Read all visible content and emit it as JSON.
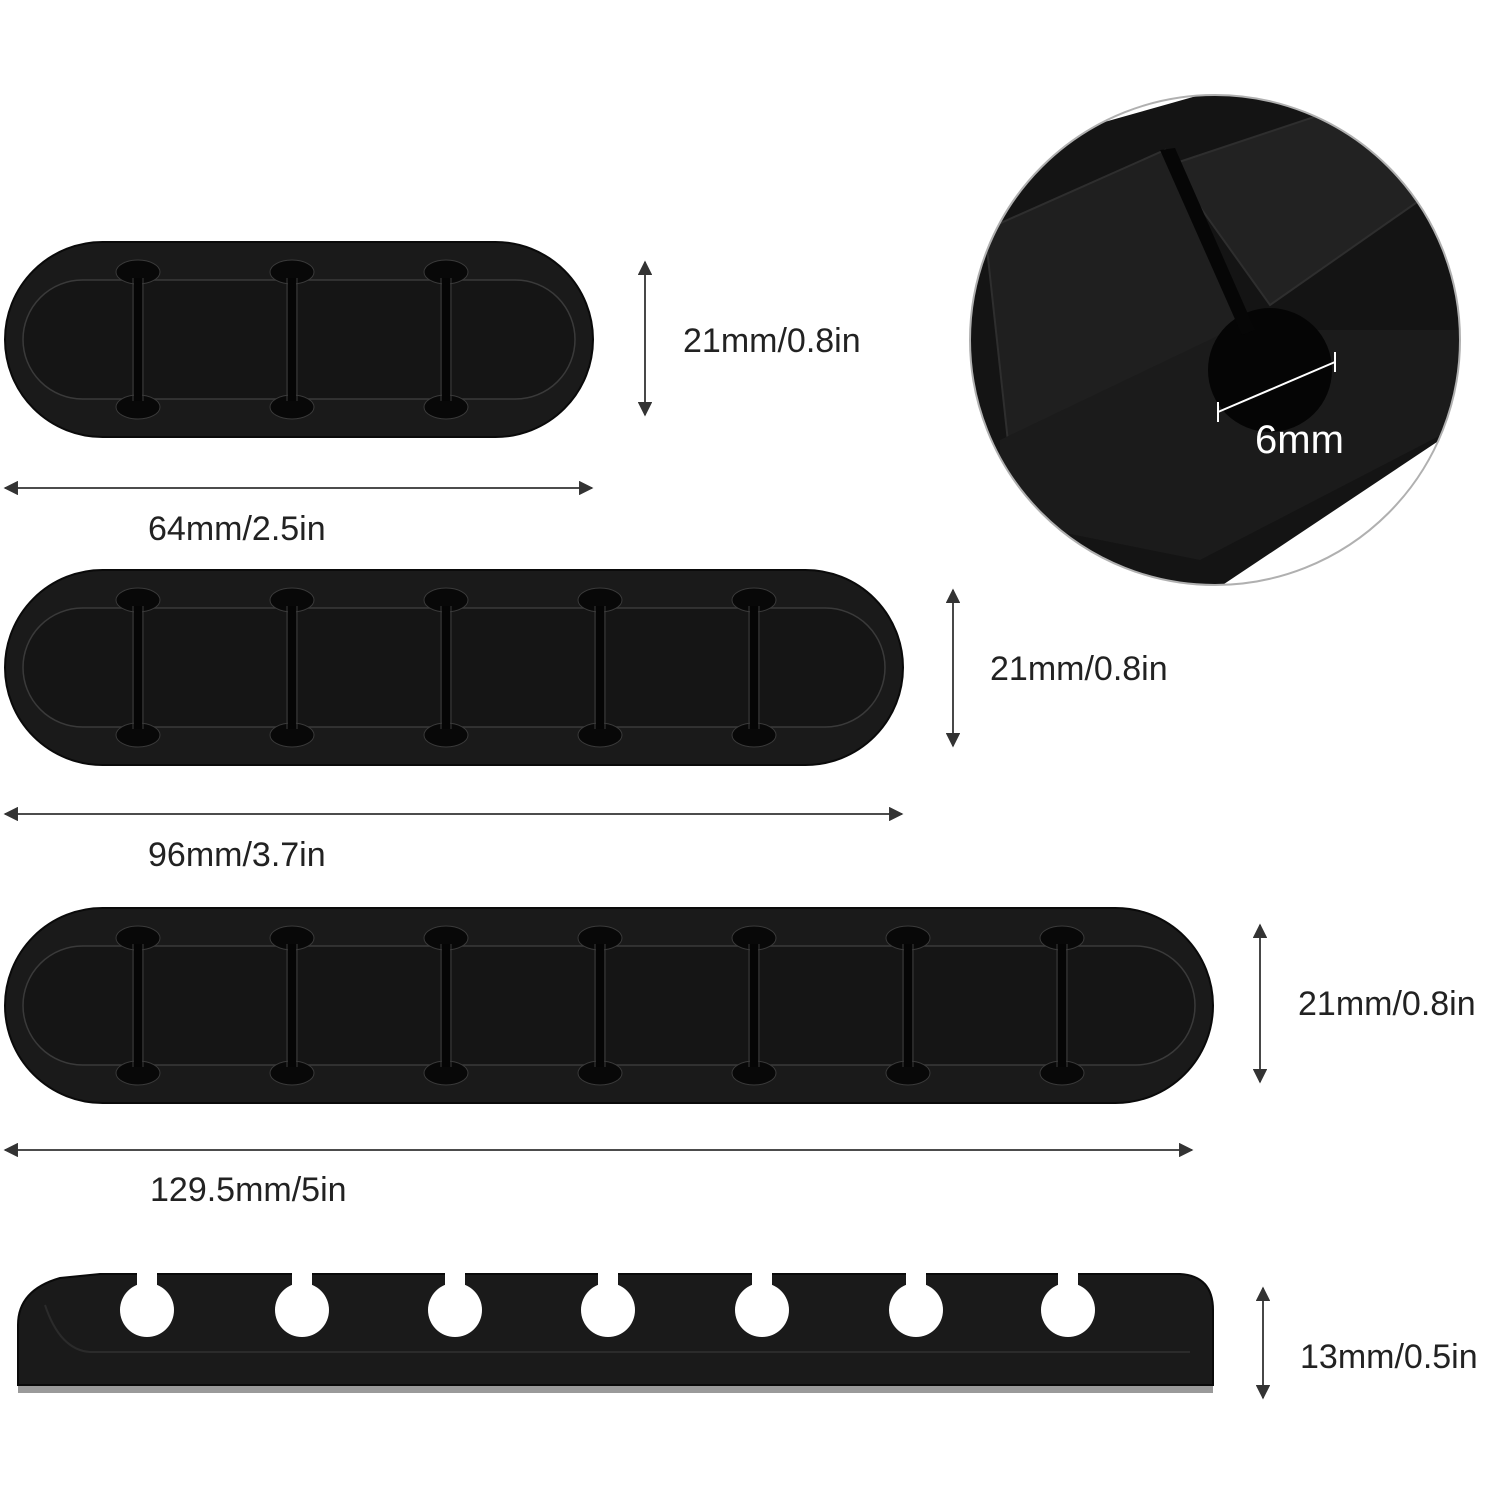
{
  "colors": {
    "product": "#1a1a1a",
    "product_edge": "#0a0a0a",
    "product_highlight": "#3a3a3a",
    "dimension_line": "#333333",
    "label_text": "#222222",
    "zoom_label": "#ffffff",
    "background": "#ffffff"
  },
  "items": [
    {
      "name": "cable-holder-3-slot",
      "slots": 3,
      "height_label": "21mm/0.8in",
      "width_label": "64mm/2.5in"
    },
    {
      "name": "cable-holder-5-slot",
      "slots": 5,
      "height_label": "21mm/0.8in",
      "width_label": "96mm/3.7in"
    },
    {
      "name": "cable-holder-7-slot",
      "slots": 7,
      "height_label": "21mm/0.8in",
      "width_label": "129.5mm/5in"
    }
  ],
  "side_view": {
    "slots": 7,
    "height_label": "13mm/0.5in"
  },
  "zoom_detail": {
    "hole_label": "6mm"
  }
}
